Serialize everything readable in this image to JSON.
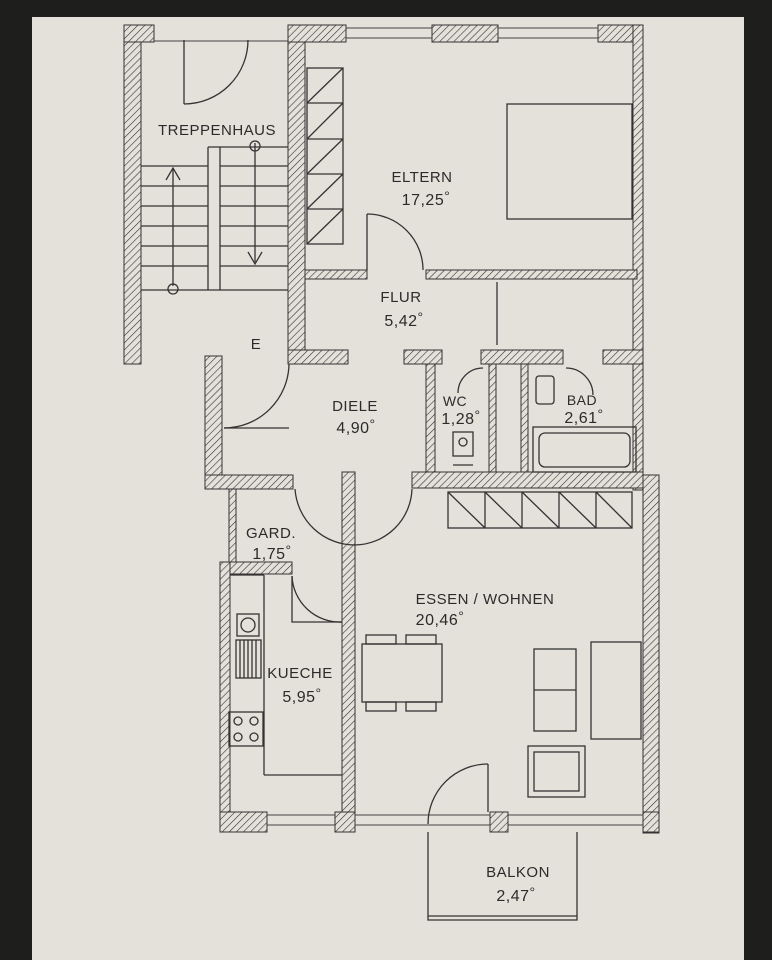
{
  "rooms": {
    "treppenhaus": {
      "name": "TREPPENHAUS"
    },
    "eltern": {
      "name": "ELTERN",
      "area": "17,25"
    },
    "flur": {
      "name": "FLUR",
      "area": "5,42"
    },
    "diele": {
      "name": "DIELE",
      "area": "4,90"
    },
    "wc": {
      "name": "WC",
      "area": "1,28"
    },
    "bad": {
      "name": "BAD",
      "area": "2,61"
    },
    "gard": {
      "name": "GARD.",
      "area": "1,75"
    },
    "essen_wohnen": {
      "name": "ESSEN / WOHNEN",
      "area": "20,46"
    },
    "kueche": {
      "name": "KUECHE",
      "area": "5,95"
    },
    "balkon": {
      "name": "BALKON",
      "area": "2,47"
    }
  },
  "entrance_mark": "E",
  "area_unit": "°",
  "colors": {
    "paper": "#e4e1da",
    "background": "#1e1f1d",
    "ink": "#2b2b2b"
  }
}
